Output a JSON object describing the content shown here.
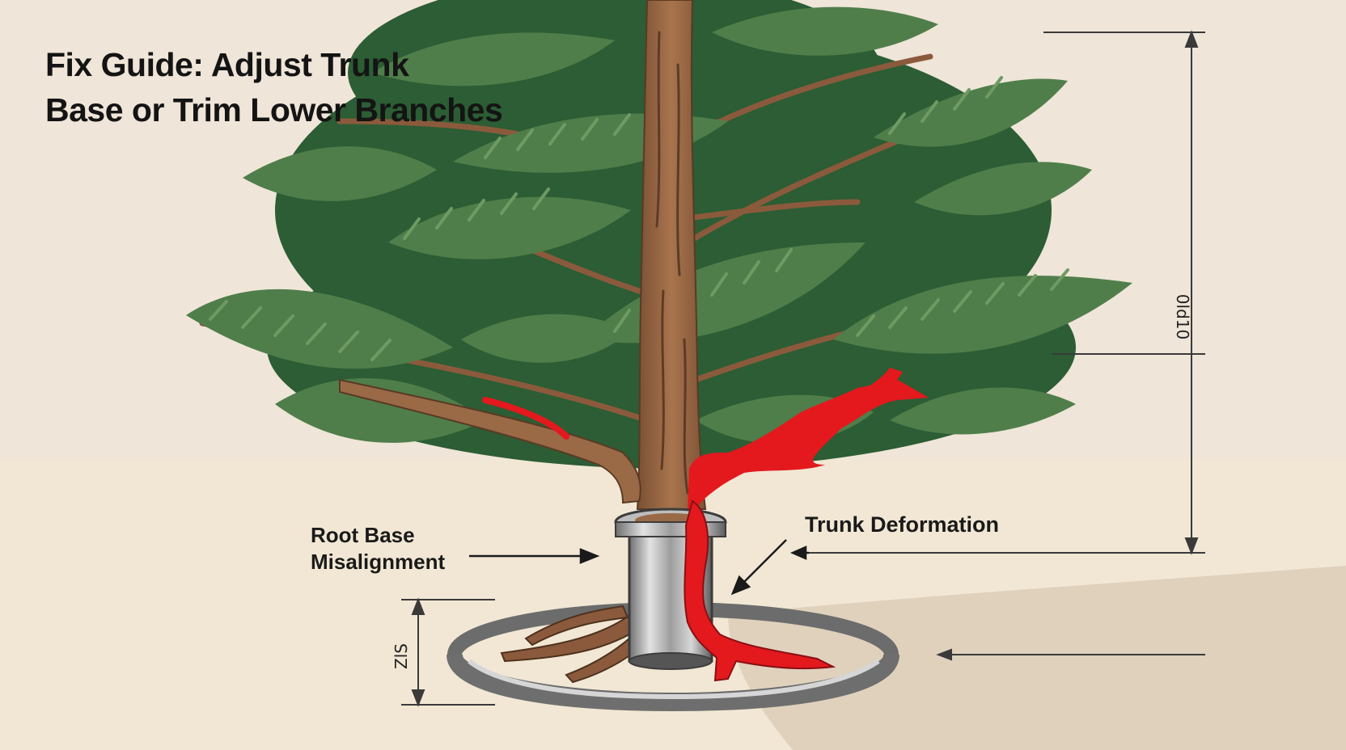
{
  "title": {
    "line1": "Fix Guide: Adjust Trunk",
    "line2": "Basе or Trim Lower Branches"
  },
  "callouts": {
    "root_base_line1": "Root Base",
    "root_base_line2": "Misalignment",
    "trunk_deformation": "Trunk Deformation"
  },
  "dimensions": {
    "height_label": "0ld10",
    "base_label": "ZlS"
  },
  "colors": {
    "background_wall": "#efe5d8",
    "floor": "#f1e7d4",
    "needles_dark": "#2f6b3a",
    "needles_light": "#5e8a56",
    "trunk": "#9a6a47",
    "deformation_highlight": "#e3191e",
    "stand_metal": "#a8a8a8",
    "text": "#141414"
  }
}
